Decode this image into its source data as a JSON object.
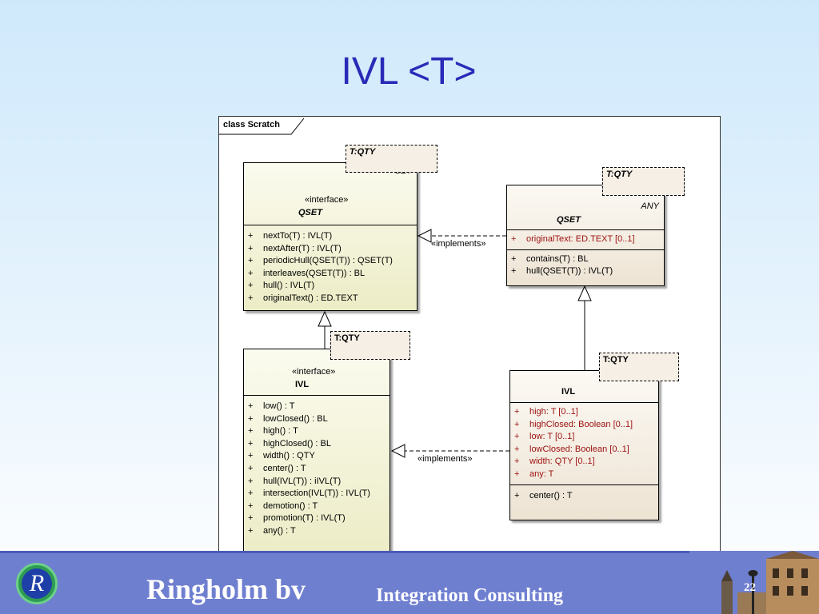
{
  "slide": {
    "title": "IVL <T>",
    "page_number": "22"
  },
  "footer": {
    "logo_letter": "R",
    "company": "Ringholm bv",
    "tagline": "Integration Consulting"
  },
  "diagram": {
    "frame_label": "class Scratch",
    "implements_label": "«implements»",
    "qset_interface": {
      "template_param": "T:QTY",
      "superclass": "SET",
      "stereotype": "«interface»",
      "name": "QSET",
      "operations": [
        {
          "vis": "+",
          "text": "nextTo(T) : IVL(T)"
        },
        {
          "vis": "+",
          "text": "nextAfter(T) : IVL(T)"
        },
        {
          "vis": "+",
          "text": "periodicHull(QSET(T)) : QSET(T)"
        },
        {
          "vis": "+",
          "text": "interleaves(QSET(T)) : BL"
        },
        {
          "vis": "+",
          "text": "hull() : IVL(T)"
        },
        {
          "vis": "+",
          "text": "originalText() : ED.TEXT"
        }
      ]
    },
    "ivl_interface": {
      "template_param": "T:QTY",
      "stereotype": "«interface»",
      "name": "IVL",
      "operations": [
        {
          "vis": "+",
          "text": "low() : T"
        },
        {
          "vis": "+",
          "text": "lowClosed() : BL"
        },
        {
          "vis": "+",
          "text": "high() : T"
        },
        {
          "vis": "+",
          "text": "highClosed() : BL"
        },
        {
          "vis": "+",
          "text": "width() : QTY"
        },
        {
          "vis": "+",
          "text": "center() : T"
        },
        {
          "vis": "+",
          "text": "hull(IVL(T)) : iIVL(T)"
        },
        {
          "vis": "+",
          "text": "intersection(IVL(T)) : IVL(T)"
        },
        {
          "vis": "+",
          "text": "demotion() : T"
        },
        {
          "vis": "+",
          "text": "promotion(T) : IVL(T)"
        },
        {
          "vis": "+",
          "text": "any() : T"
        }
      ]
    },
    "qset_class": {
      "template_param": "T:QTY",
      "superclass": "ANY",
      "name": "QSET",
      "attributes": [
        {
          "vis": "+",
          "text": "originalText:  ED.TEXT [0..1]"
        }
      ],
      "operations": [
        {
          "vis": "+",
          "text": "contains(T) : BL"
        },
        {
          "vis": "+",
          "text": "hull(QSET(T)) : IVL(T)"
        }
      ]
    },
    "ivl_class": {
      "template_param": "T:QTY",
      "name": "IVL",
      "attributes": [
        {
          "vis": "+",
          "text": "high:  T [0..1]"
        },
        {
          "vis": "+",
          "text": "highClosed:  Boolean [0..1]"
        },
        {
          "vis": "+",
          "text": "low:  T [0..1]"
        },
        {
          "vis": "+",
          "text": "lowClosed:  Boolean [0..1]"
        },
        {
          "vis": "+",
          "text": "width:  QTY [0..1]"
        },
        {
          "vis": "+",
          "text": "any:  T"
        }
      ],
      "operations": [
        {
          "vis": "+",
          "text": "center() : T"
        }
      ]
    }
  }
}
